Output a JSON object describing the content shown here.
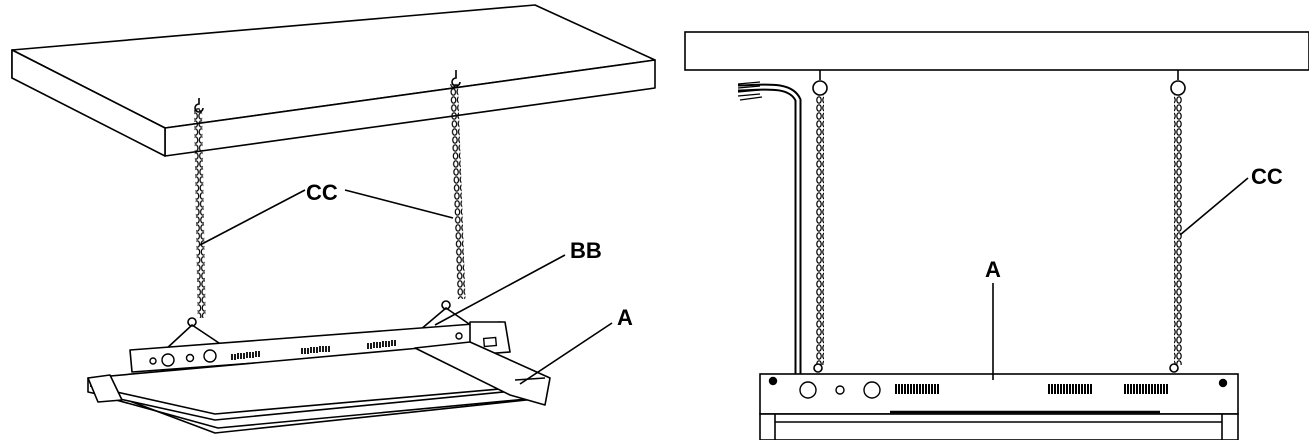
{
  "labels": {
    "left_cc": "CC",
    "left_bb": "BB",
    "left_a": "A",
    "right_cc": "CC",
    "right_a": "A"
  },
  "colors": {
    "line": "#000000",
    "background": "#ffffff"
  }
}
